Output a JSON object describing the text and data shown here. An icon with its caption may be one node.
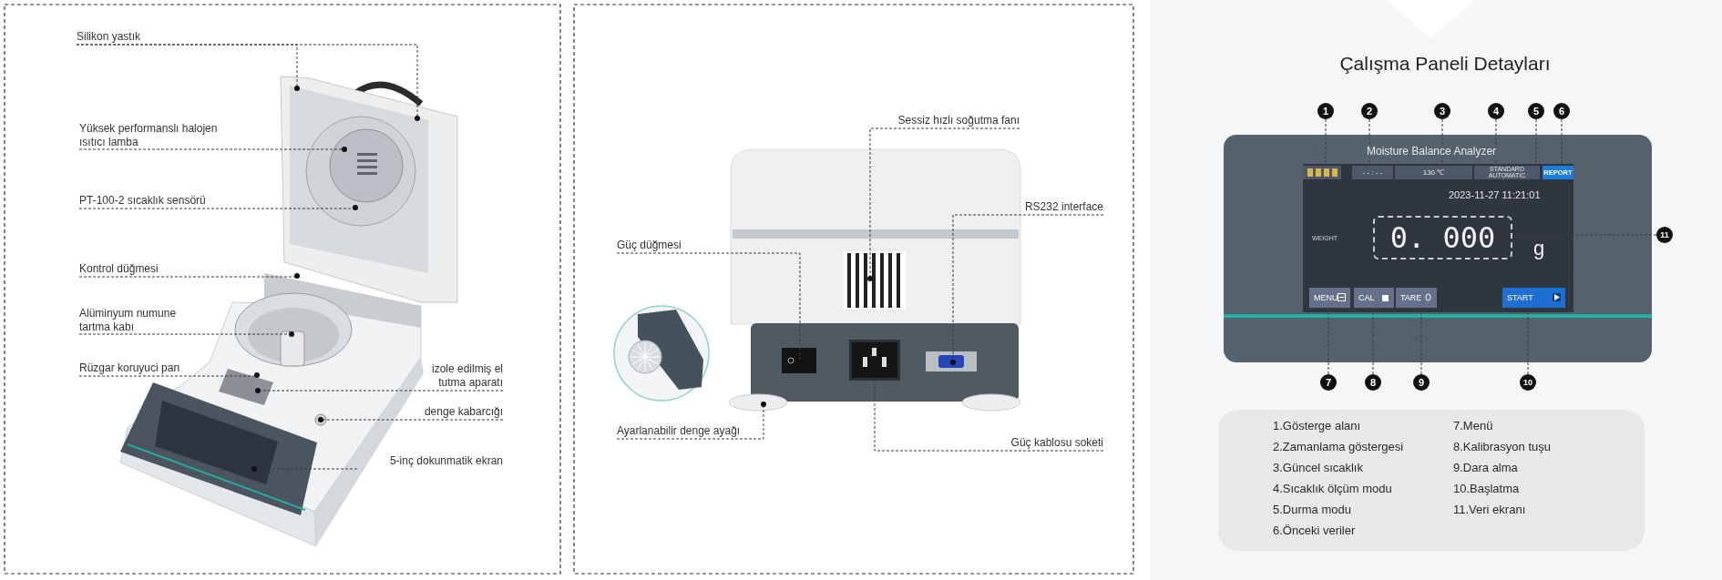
{
  "diagram": {
    "title": "Çalışma Paneli Detayları",
    "nodes": [
      {
        "text": [
          "Silikon yastık"
        ]
      },
      {
        "text": [],
        "shape": "circle"
      },
      {
        "text": [],
        "shape": "circle"
      },
      {
        "text": [
          "Yüksek performanslı halojen ısıtıcı lamba"
        ]
      },
      {
        "text": [],
        "shape": "circle"
      },
      {
        "text": [
          "PT-100-2 sıcaklık sensörü"
        ]
      },
      {
        "text": [],
        "shape": "circle"
      },
      {
        "text": [
          "Kontrol düğmesi"
        ]
      },
      {
        "text": [],
        "shape": "circle"
      },
      {
        "text": [
          "Alüminyum numune tartma kabı"
        ]
      },
      {
        "text": [],
        "shape": "circle"
      },
      {
        "text": [
          "Rüzgar koruyuci pan"
        ]
      },
      {
        "text": [],
        "shape": "circle"
      },
      {
        "text": [
          "izole edilmiş el tutma aparatı"
        ]
      },
      {
        "text": [],
        "shape": "circle"
      },
      {
        "text": [
          "denge kabarcığı"
        ]
      },
      {
        "text": [],
        "shape": "circle"
      },
      {
        "text": [
          "5-inç dokunmatik ekran"
        ]
      },
      {
        "text": [],
        "shape": "circle"
      },
      {
        "text": [
          "Sessiz hızlı soğutma fanı"
        ]
      },
      {
        "text": [],
        "shape": "circle"
      },
      {
        "text": [
          "RS232 interface"
        ]
      },
      {
        "text": [],
        "shape": "circle"
      },
      {
        "text": [
          "Güç düğmesi"
        ]
      },
      {
        "text": [],
        "shape": "circle"
      },
      {
        "text": [
          "Ayarlanabilir denge ayağı"
        ]
      },
      {
        "text": [],
        "shape": "circle"
      },
      {
        "text": [
          "Güç kablosu soketi"
        ]
      },
      {
        "text": [],
        "shape": "box"
      },
      {
        "text": [
          "Moisture Balance Analyzer"
        ]
      },
      {
        "text": [
          "2023-11-27 11:21:01",
          "WEIGHT"
        ],
        "in": 29
      },
      {
        "text": [],
        "shape": "box",
        "in": 30
      },
      {
        "text": [
          "- - : - -"
        ],
        "in": 30
      },
      {
        "text": [
          "130 ℃"
        ],
        "in": 30
      },
      {
        "text": [
          "STANDARD",
          "AUTOMATIC"
        ],
        "in": 30
      },
      {
        "text": [
          "REPORT"
        ],
        "in": 30
      },
      {
        "text": [
          "0. 000"
        ],
        "beside": [
          "g"
        ],
        "in": 30
      },
      {
        "text": [
          "MENU"
        ],
        "in": 30
      },
      {
        "text": [
          "CAL"
        ],
        "in": 30
      },
      {
        "text": [
          "TARE"
        ],
        "in": 30
      },
      {
        "text": [
          "START"
        ],
        "in": 30
      },
      {
        "text": [
          "1"
        ]
      },
      {
        "text": [
          "2"
        ]
      },
      {
        "text": [
          "3"
        ]
      },
      {
        "text": [
          "4"
        ]
      },
      {
        "text": [
          "5"
        ]
      },
      {
        "text": [
          "6"
        ]
      },
      {
        "text": [
          "7"
        ]
      },
      {
        "text": [
          "8"
        ]
      },
      {
        "text": [
          "9"
        ]
      },
      {
        "text": [
          "10"
        ]
      },
      {
        "text": [
          "11"
        ]
      },
      {
        "text": [
          "1.Gösterge alanı",
          "2.Zamanlama göstergesi",
          "3.Güncel sıcaklık",
          "4.Sıcaklık ölçüm modu",
          "5.Durma modu",
          "6.Önceki veriler",
          "7.Menü",
          "8.Kalibrasyon tuşu",
          "9.Dara alma",
          "10.Başlatma",
          "11.Veri ekranı"
        ]
      }
    ],
    "edges": [
      {
        "from": 0,
        "to": 1,
        "arrow": "none",
        "style": "dashed"
      },
      {
        "from": 0,
        "to": 2,
        "arrow": "none",
        "style": "dashed"
      },
      {
        "from": 3,
        "to": 4,
        "arrow": "none",
        "style": "dashed"
      },
      {
        "from": 5,
        "to": 6,
        "arrow": "none",
        "style": "dashed"
      },
      {
        "from": 7,
        "to": 8,
        "arrow": "none",
        "style": "dashed"
      },
      {
        "from": 9,
        "to": 10,
        "arrow": "none",
        "style": "dashed"
      },
      {
        "from": 11,
        "to": 12,
        "arrow": "none",
        "style": "dashed"
      },
      {
        "from": 13,
        "to": 14,
        "arrow": "none",
        "style": "dashed"
      },
      {
        "from": 15,
        "to": 16,
        "arrow": "none",
        "style": "dashed"
      },
      {
        "from": 17,
        "to": 18,
        "arrow": "none",
        "style": "dashed"
      },
      {
        "from": 19,
        "to": 20,
        "arrow": "none",
        "style": "dashed"
      },
      {
        "from": 21,
        "to": 22,
        "arrow": "none",
        "style": "dashed"
      },
      {
        "from": 23,
        "to": 24,
        "arrow": "none",
        "style": "dashed"
      },
      {
        "from": 25,
        "to": 26,
        "arrow": "none",
        "style": "dashed"
      },
      {
        "from": 27,
        "to": 28,
        "arrow": "none",
        "style": "dashed"
      },
      {
        "from": 41,
        "to": 31,
        "arrow": "none",
        "style": "dashed"
      },
      {
        "from": 42,
        "to": 32,
        "arrow": "none",
        "style": "dashed"
      },
      {
        "from": 43,
        "to": 33,
        "arrow": "none",
        "style": "dashed"
      },
      {
        "from": 44,
        "to": 34,
        "arrow": "none",
        "style": "dashed"
      },
      {
        "from": 45,
        "to": 34,
        "arrow": "none",
        "style": "dashed"
      },
      {
        "from": 46,
        "to": 35,
        "arrow": "none",
        "style": "dashed"
      },
      {
        "from": 47,
        "to": 37,
        "arrow": "none",
        "style": "dashed"
      },
      {
        "from": 48,
        "to": 38,
        "arrow": "none",
        "style": "dashed"
      },
      {
        "from": 49,
        "to": 39,
        "arrow": "none",
        "style": "dashed"
      },
      {
        "from": 50,
        "to": 40,
        "arrow": "none",
        "style": "dashed"
      },
      {
        "from": 51,
        "to": 36,
        "arrow": "none",
        "style": "dashed"
      }
    ]
  }
}
